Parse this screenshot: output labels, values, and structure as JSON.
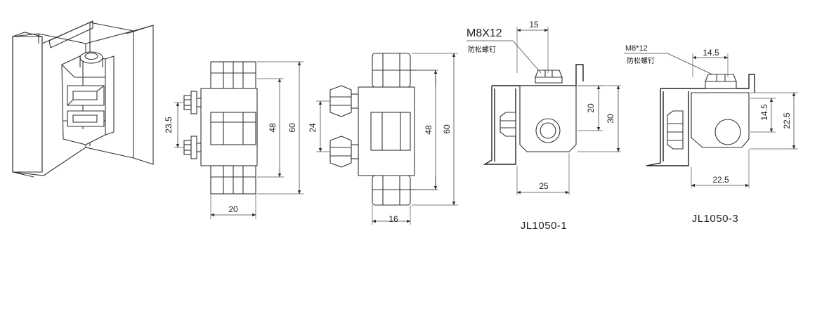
{
  "views": {
    "iso": {
      "name": "isometric-view"
    },
    "front": {
      "dims": {
        "pitch": "23.5",
        "inner": "48",
        "height": "60",
        "width": "20"
      }
    },
    "side": {
      "dims": {
        "pitch": "24",
        "inner": "48",
        "height": "60",
        "width": "16"
      }
    },
    "jl1": {
      "title": "JL1050-1",
      "callout": {
        "spec": "M8X12",
        "name": "防松螺钉"
      },
      "dims": {
        "top": "15",
        "h1": "20",
        "h2": "30",
        "bottom": "25"
      }
    },
    "jl3": {
      "title": "JL1050-3",
      "callout": {
        "spec": "M8*12",
        "name": "防松螺钉"
      },
      "dims": {
        "top": "14.5",
        "h1": "14.5",
        "h2": "22.5",
        "bottom": "22.5"
      }
    }
  },
  "colors": {
    "line": "#333333",
    "background": "#ffffff"
  }
}
